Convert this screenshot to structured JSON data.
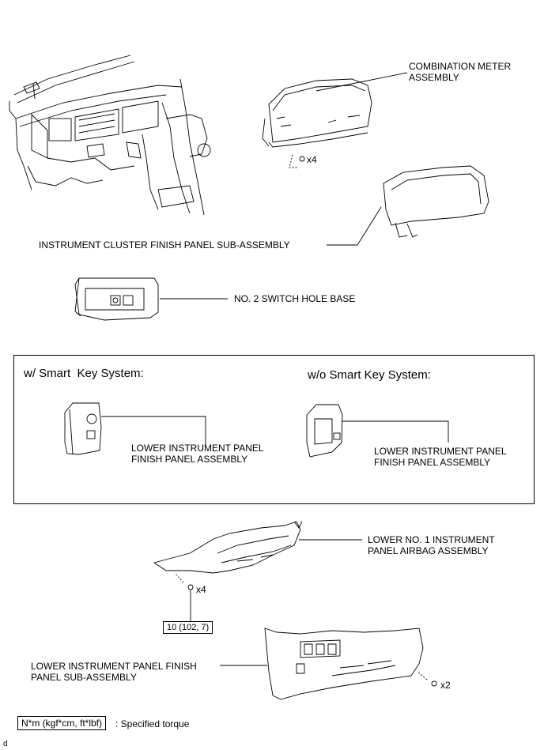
{
  "labels": {
    "combination_meter": "COMBINATION METER\nASSEMBLY",
    "meter_qty": "x4",
    "cluster_finish_panel": "INSTRUMENT CLUSTER FINISH PANEL SUB-ASSEMBLY",
    "switch_hole_base": "NO. 2 SWITCH HOLE BASE",
    "lower_finish_panel_assy_smart": "LOWER INSTRUMENT PANEL\nFINISH PANEL ASSEMBLY",
    "lower_finish_panel_assy_nosmart": "LOWER INSTRUMENT PANEL\nFINISH PANEL ASSEMBLY",
    "airbag_assy": "LOWER NO. 1 INSTRUMENT\nPANEL AIRBAG ASSEMBLY",
    "airbag_qty": "x4",
    "torque_value": "10 (102, 7)",
    "lower_finish_panel_sub": "LOWER INSTRUMENT PANEL FINISH\nPANEL SUB-ASSEMBLY",
    "sub_qty": "x2"
  },
  "variants": {
    "with_smart_key": "w/ Smart  Key System:",
    "without_smart_key": "w/o Smart Key System:"
  },
  "legend": {
    "unit_box": "N*m (kgf*cm, ft*lbf)",
    "text": ": Specified torque"
  },
  "corner_mark": "d"
}
